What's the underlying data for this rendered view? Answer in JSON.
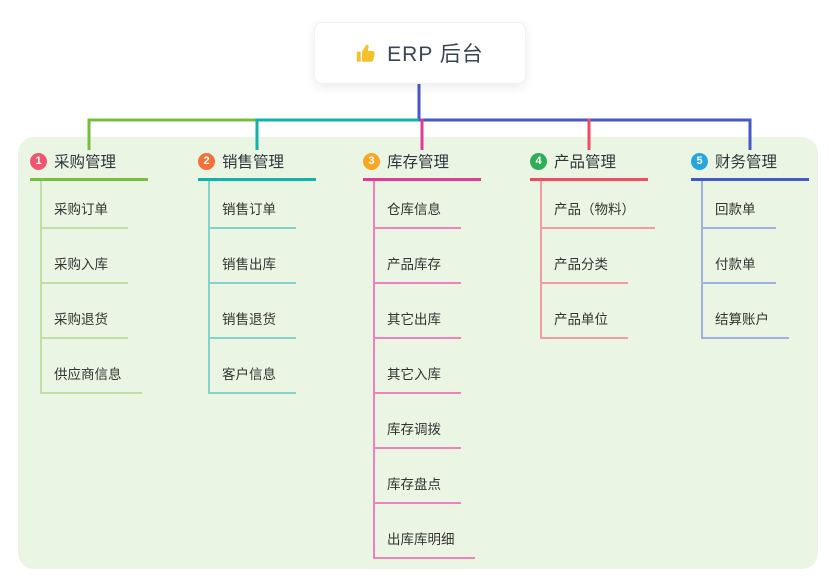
{
  "root": {
    "label": "ERP 后台",
    "icon": "thumbs-up",
    "icon_color": "#f5c02c",
    "line_color": "#4558c8"
  },
  "canvas": {
    "background": "#eaf6e3"
  },
  "branches": [
    {
      "num": "1",
      "label": "采购管理",
      "badge_color": "#f0566e",
      "line_color": "#79bd3f",
      "child_line_color": "#bfdfa4",
      "children": [
        "采购订单",
        "采购入库",
        "采购退货",
        "供应商信息"
      ]
    },
    {
      "num": "2",
      "label": "销售管理",
      "badge_color": "#f2713b",
      "line_color": "#10b3a9",
      "child_line_color": "#85d2cb",
      "children": [
        "销售订单",
        "销售出库",
        "销售退货",
        "客户信息"
      ]
    },
    {
      "num": "3",
      "label": "库存管理",
      "badge_color": "#f6a723",
      "line_color": "#e03c96",
      "child_line_color": "#ee82bc",
      "children": [
        "仓库信息",
        "产品库存",
        "其它出库",
        "其它入库",
        "库存调拨",
        "库存盘点",
        "出库库明细"
      ]
    },
    {
      "num": "4",
      "label": "产品管理",
      "badge_color": "#2fae55",
      "line_color": "#f04b5e",
      "child_line_color": "#f59aa0",
      "children": [
        "产品（物料）",
        "产品分类",
        "产品单位"
      ]
    },
    {
      "num": "5",
      "label": "财务管理",
      "badge_color": "#27a6db",
      "line_color": "#4558c8",
      "child_line_color": "#9fb1dc",
      "children": [
        "回款单",
        "付款单",
        "结算账户"
      ]
    }
  ]
}
